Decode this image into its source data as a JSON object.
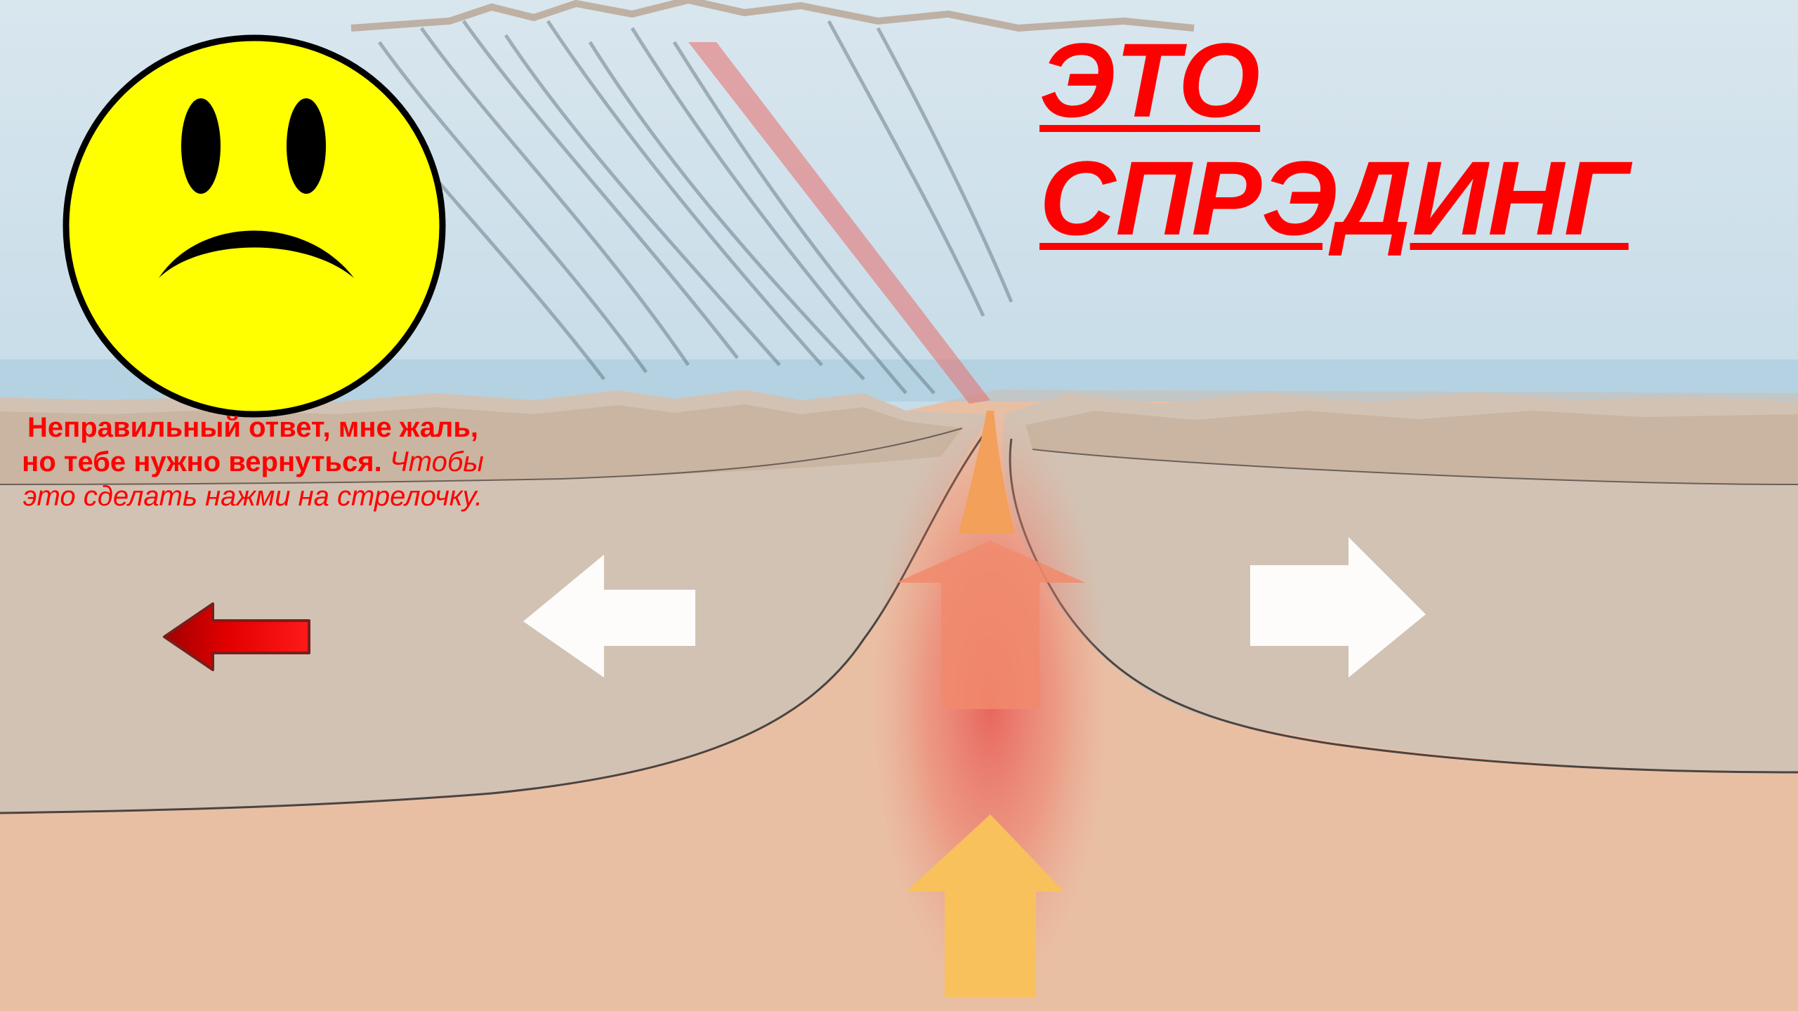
{
  "slide": {
    "title_line1": "ЭТО",
    "title_line2": "СПРЭДИНГ",
    "message_bold": "Неправильный ответ, мне жаль, но тебе нужно вернуться.",
    "message_italic": "Чтобы это сделать нажми на стрелочку.",
    "back_arrow_icon": "left-arrow-icon",
    "smiley_icon": "sad-face-icon"
  },
  "colors": {
    "text_red": "#ff0000",
    "smiley_yellow": "#ffff00",
    "ocean_blue": "#cfe2ec",
    "sediment": "#cdbba8",
    "lithosphere": "#d2c2b3",
    "mantle": "#e9bfa4",
    "magma": "#ef6d57",
    "upwelling": "#f8c15c"
  }
}
